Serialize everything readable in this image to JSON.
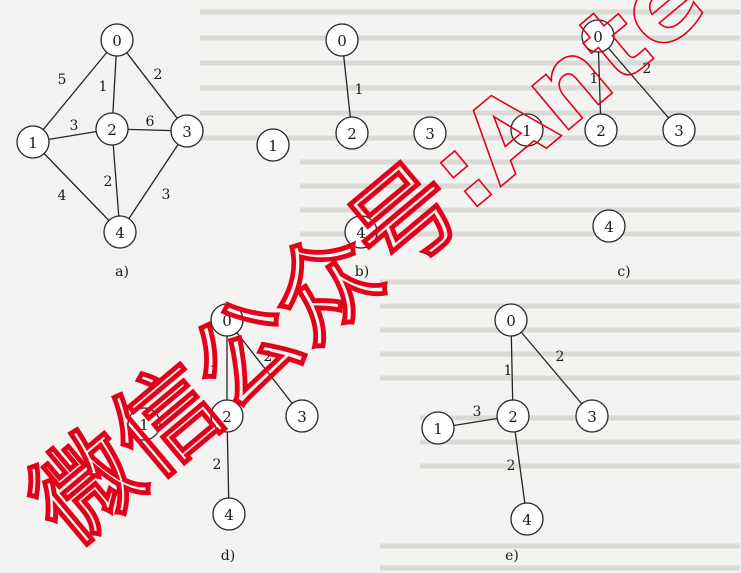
{
  "watermark": {
    "text": "微信公众号:Anted",
    "color": "#e4001b"
  },
  "panels": [
    {
      "id": "a",
      "caption": "a)",
      "nodes": [
        "0",
        "1",
        "2",
        "3",
        "4"
      ],
      "edges": [
        {
          "from": "0",
          "to": "1",
          "weight": "5"
        },
        {
          "from": "0",
          "to": "2",
          "weight": "1"
        },
        {
          "from": "0",
          "to": "3",
          "weight": "2"
        },
        {
          "from": "1",
          "to": "2",
          "weight": "3"
        },
        {
          "from": "2",
          "to": "3",
          "weight": "6"
        },
        {
          "from": "1",
          "to": "4",
          "weight": "4"
        },
        {
          "from": "2",
          "to": "4",
          "weight": "2"
        },
        {
          "from": "3",
          "to": "4",
          "weight": "3"
        }
      ]
    },
    {
      "id": "b",
      "caption": "b)",
      "nodes": [
        "0",
        "1",
        "2",
        "3",
        "4"
      ],
      "edges": [
        {
          "from": "0",
          "to": "2",
          "weight": "1"
        }
      ]
    },
    {
      "id": "c",
      "caption": "c)",
      "nodes": [
        "0",
        "1",
        "2",
        "3",
        "4"
      ],
      "edges": [
        {
          "from": "0",
          "to": "2",
          "weight": "1"
        },
        {
          "from": "0",
          "to": "3",
          "weight": "2"
        }
      ]
    },
    {
      "id": "d",
      "caption": "d)",
      "nodes": [
        "0",
        "1",
        "2",
        "3",
        "4"
      ],
      "edges": [
        {
          "from": "0",
          "to": "2",
          "weight": "1"
        },
        {
          "from": "0",
          "to": "3",
          "weight": "2"
        },
        {
          "from": "2",
          "to": "4",
          "weight": "2"
        }
      ]
    },
    {
      "id": "e",
      "caption": "e)",
      "nodes": [
        "0",
        "1",
        "2",
        "3",
        "4"
      ],
      "edges": [
        {
          "from": "0",
          "to": "2",
          "weight": "1"
        },
        {
          "from": "0",
          "to": "3",
          "weight": "2"
        },
        {
          "from": "1",
          "to": "2",
          "weight": "3"
        },
        {
          "from": "2",
          "to": "4",
          "weight": "2"
        }
      ]
    }
  ]
}
